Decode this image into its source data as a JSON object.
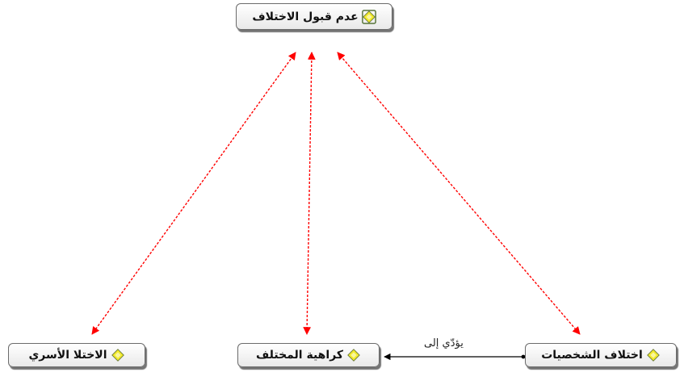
{
  "diagram": {
    "nodes": [
      {
        "id": "top",
        "label": "عدم قبول الاختلاف",
        "icon": "diamond-icon-yellow"
      },
      {
        "id": "left",
        "label": "الاختلا الأسري",
        "icon": "diamond-icon-yellow"
      },
      {
        "id": "middle",
        "label": "كراهية المختلف",
        "icon": "diamond-icon-yellow"
      },
      {
        "id": "right",
        "label": "اختلاف الشخصيات",
        "icon": "diamond-icon-yellow"
      }
    ],
    "edges": [
      {
        "from": "top",
        "to": "left",
        "style": "dashed-red-bidirectional",
        "label": ""
      },
      {
        "from": "top",
        "to": "middle",
        "style": "dashed-red-bidirectional",
        "label": ""
      },
      {
        "from": "top",
        "to": "right",
        "style": "dashed-red-bidirectional",
        "label": ""
      },
      {
        "from": "right",
        "to": "middle",
        "style": "solid-black-arrow",
        "label": "يؤدّي إلى"
      }
    ],
    "colors": {
      "relation_dashed": "#ff0000",
      "relation_solid": "#000000",
      "node_border": "#6b6b6b",
      "icon_fill": "#f2ea2a",
      "icon_stroke": "#6a7a3a"
    }
  }
}
